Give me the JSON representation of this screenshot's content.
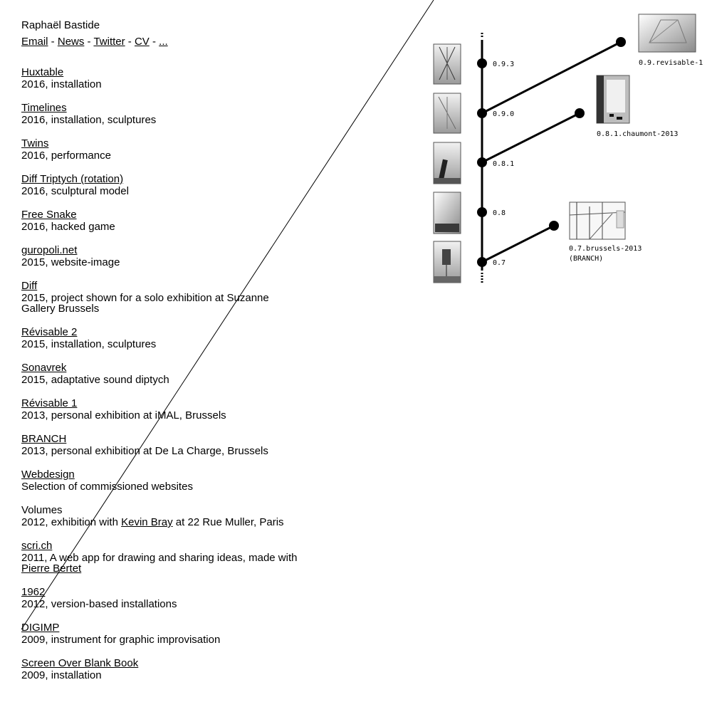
{
  "header": {
    "name": "Raphaël Bastide",
    "links": [
      {
        "label": "Email",
        "sep": " - "
      },
      {
        "label": "News",
        "sep": " - "
      },
      {
        "label": "Twitter",
        "sep": " - "
      },
      {
        "label": "CV",
        "sep": " - "
      },
      {
        "label": "...",
        "sep": ""
      }
    ]
  },
  "projects": [
    {
      "title": "Huxtable",
      "desc": "2016, installation"
    },
    {
      "title": "Timelines",
      "desc": "2016, installation, sculptures"
    },
    {
      "title": "Twins",
      "desc": "2016, performance"
    },
    {
      "title": "Diff Triptych (rotation)",
      "desc": "2016, sculptural model"
    },
    {
      "title": "Free Snake",
      "desc": "2016, hacked game"
    },
    {
      "title": "guropoli.net",
      "desc": "2015, website-image"
    },
    {
      "title": "Diff",
      "desc": "2015, project shown for a solo exhibition at Suzanne Gallery Brussels"
    },
    {
      "title": "Révisable 2",
      "desc": "2015, installation, sculptures"
    },
    {
      "title": "Sonavrek",
      "desc": "2015, adaptative sound diptych"
    },
    {
      "title": "Révisable 1",
      "desc": "2013, personal exhibition at iMAL, Brussels"
    },
    {
      "title": "BRANCH",
      "desc": "2013, personal exhibition at De La Charge, Brussels"
    },
    {
      "title": "Webdesign",
      "desc": "Selection of commissioned websites"
    },
    {
      "title": "Volumes",
      "desc_pre": "2012, exhibition with ",
      "desc_link": "Kevin Bray",
      "desc_post": " at 22 Rue Muller, Paris",
      "title_plain": true
    },
    {
      "title": "scri.ch",
      "desc_pre": "2011, A web app for drawing and sharing ideas, made with ",
      "desc_link": "Pierre Bertet",
      "desc_post": ""
    },
    {
      "title": "1962",
      "desc": "2012, version-based installations"
    },
    {
      "title": "DIGIMP",
      "desc": "2009, instrument for graphic improvisation"
    },
    {
      "title": "Screen Over Blank Book",
      "desc": "2009, installation"
    }
  ],
  "tree": {
    "versions": [
      "0.9.3",
      "0.9.0",
      "0.8.1",
      "0.8",
      "0.7"
    ],
    "branches": [
      {
        "label": "0.9.revisable-1"
      },
      {
        "label": "0.8.1.chaumont-2013"
      },
      {
        "label": "0.7.brussels-2013",
        "label2": "(BRANCH)"
      }
    ]
  }
}
